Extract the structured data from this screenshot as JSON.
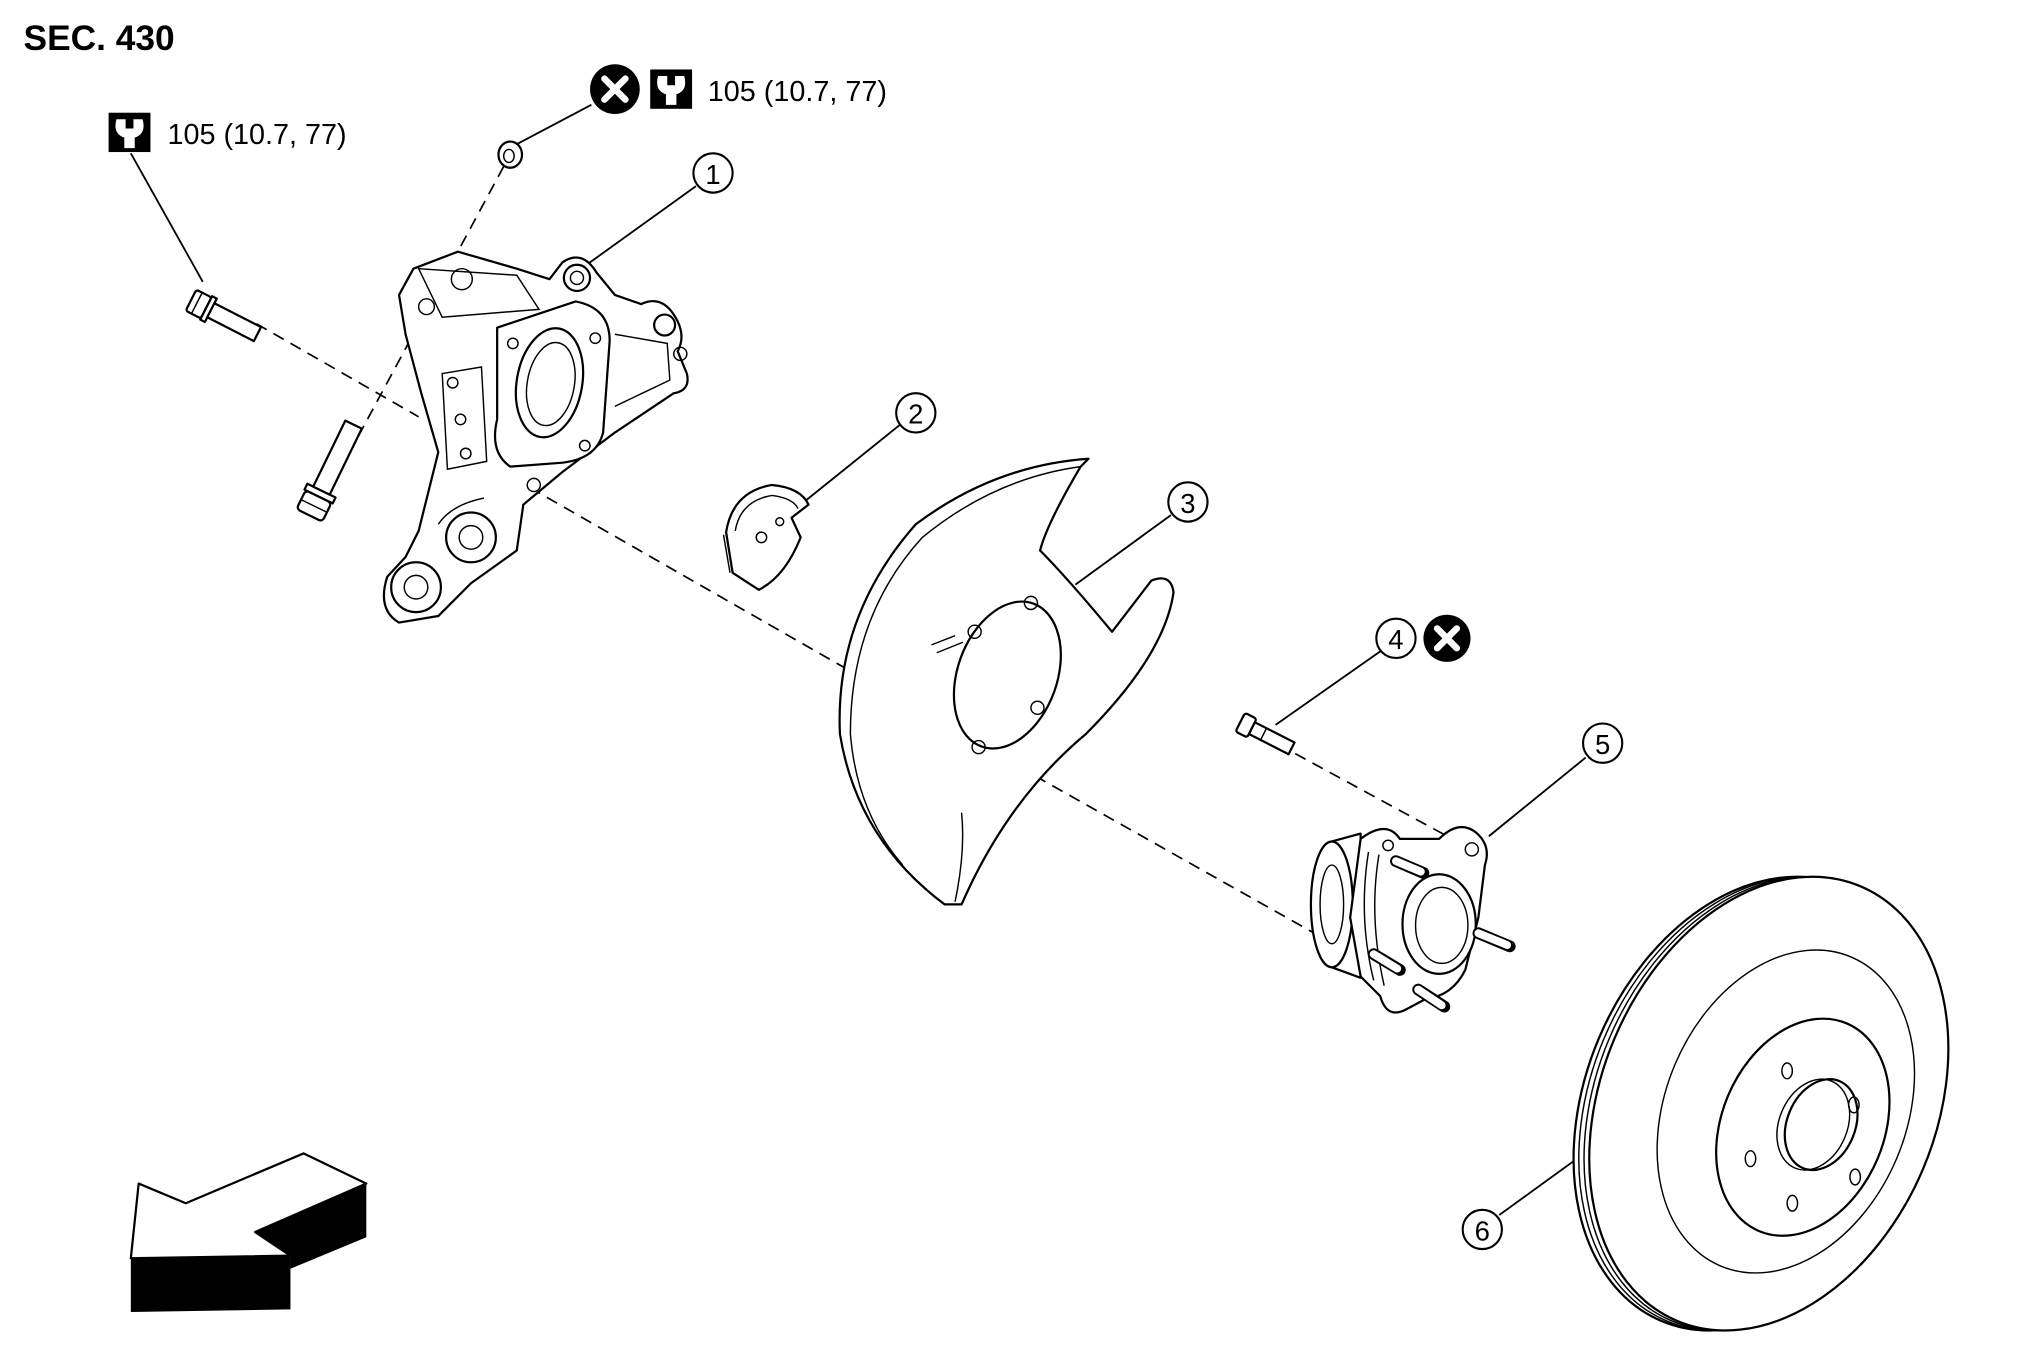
{
  "section_label": "SEC. 430",
  "torque_specs": {
    "bolt": {
      "value": "105 (10.7, 77)",
      "icons": [
        "tightening-torque-icon"
      ]
    },
    "nut": {
      "value": "105 (10.7, 77)",
      "icons": [
        "do-not-reuse-icon",
        "tightening-torque-icon"
      ]
    }
  },
  "callouts": [
    "1",
    "2",
    "3",
    "4",
    "5",
    "6"
  ],
  "callout_4_icons": [
    "do-not-reuse-icon"
  ],
  "icons": {
    "torque": "tightening-torque-icon",
    "no_reuse": "do-not-reuse-icon",
    "front": "front-arrow-icon"
  },
  "colors": {
    "line": "#000000",
    "background": "#ffffff"
  }
}
